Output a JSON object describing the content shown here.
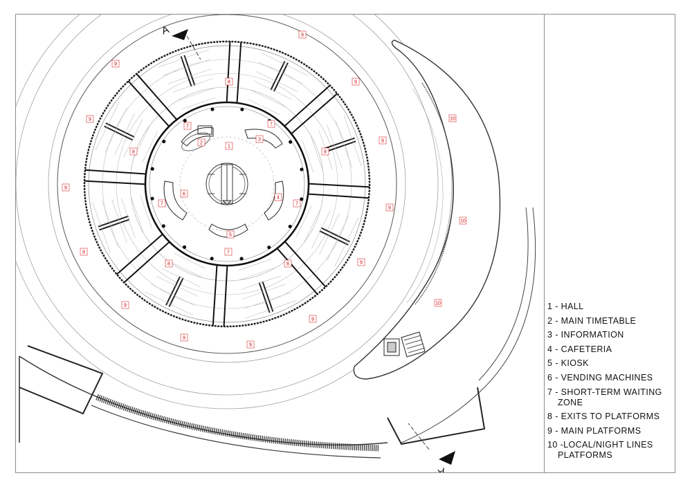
{
  "legend": {
    "items": [
      "1 - HALL",
      "2 - MAIN TIMETABLE",
      "3 - INFORMATION",
      "4 - CAFETERIA",
      "5 - KIOSK",
      "6 - VENDING MACHINES",
      "7 - SHORT-TERM WAITING\nZONE",
      "8 - EXITS TO PLATFORMS",
      "9 - MAIN PLATFORMS",
      "10 -LOCAL/NIGHT LINES\nPLATFORMS"
    ]
  },
  "section_marker": "A",
  "plan_labels": {
    "hall": "1",
    "timetable": "2",
    "information": "3",
    "cafeteria": "4",
    "kiosk": "5",
    "vending": "6",
    "waiting": "7",
    "exits": "8",
    "main_platforms": "9",
    "local_platforms": "10"
  },
  "colors": {
    "line": "#1a1a1a",
    "thin": "#9a9a9a",
    "label": "#d00000"
  }
}
